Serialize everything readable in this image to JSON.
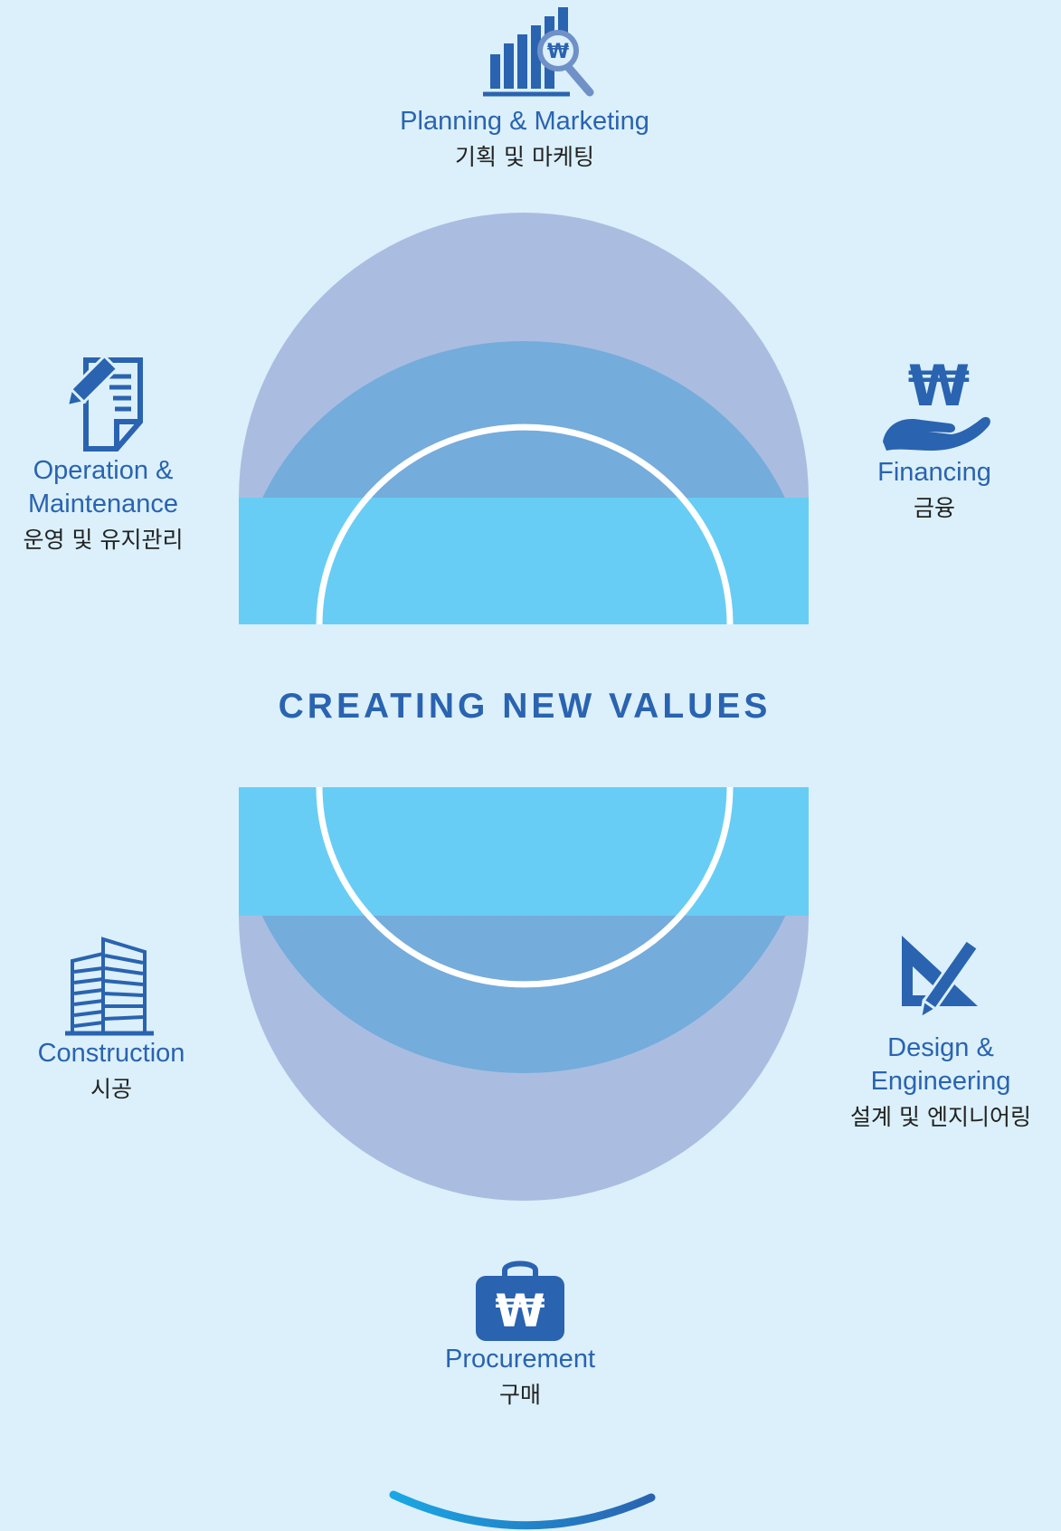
{
  "center": {
    "title": "CREATING NEW VALUES"
  },
  "stages": {
    "planning": {
      "en": "Planning & Marketing",
      "ko": "기획 및 마케팅",
      "icon": "bar-chart-magnifier-won-icon"
    },
    "financing": {
      "en": "Financing",
      "ko": "금융",
      "icon": "won-hand-icon"
    },
    "design": {
      "en_line1": "Design &",
      "en_line2": "Engineering",
      "ko": "설계 및 엔지니어링",
      "icon": "triangle-ruler-pencil-icon"
    },
    "procurement": {
      "en": "Procurement",
      "ko": "구매",
      "icon": "won-shopping-bag-icon"
    },
    "construction": {
      "en": "Construction",
      "ko": "시공",
      "icon": "building-icon"
    },
    "operation": {
      "en_line1": "Operation &",
      "en_line2": "Maintenance",
      "ko": "운영 및 유지관리",
      "icon": "document-pen-icon"
    }
  },
  "colors": {
    "background": "#dbf0fb",
    "outer_ring": "#aabde0",
    "middle_ring": "#74acdc",
    "inner_fill": "#68cdf4",
    "inner_ring_stroke": "#ffffff",
    "icon_blue": "#2a63b0",
    "label_blue": "#2a63b0",
    "korean_text": "#222222"
  }
}
